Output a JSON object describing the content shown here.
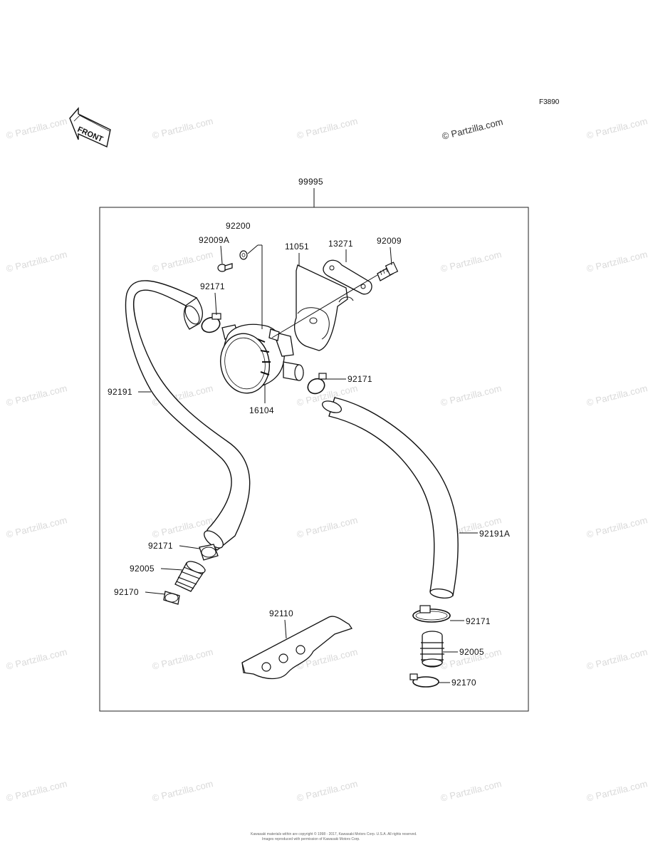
{
  "diagram": {
    "code": "F3890",
    "front_label": "FRONT",
    "copyright_watermark": "© Partzilla.com",
    "watermark_text": "© Partzilla.com",
    "footer_line1": "Kawasaki materials within are copyright © 1998 - 2017, Kawasaki Motors Corp. U.S.A. All rights reserved.",
    "footer_line2": "Images reproduced with permission of Kawasaki Motors Corp.",
    "kit_label": "99995",
    "labels": {
      "p92200": "92200",
      "p92009A": "92009A",
      "p11051": "11051",
      "p13271": "13271",
      "p92009": "92009",
      "p92171_top": "92171",
      "p92171_mid": "92171",
      "p92191": "92191",
      "p16104": "16104",
      "p92191A": "92191A",
      "p92171_left": "92171",
      "p92005_left": "92005",
      "p92170_left": "92170",
      "p92110": "92110",
      "p92171_right": "92171",
      "p92005_right": "92005",
      "p92170_right": "92170"
    }
  }
}
